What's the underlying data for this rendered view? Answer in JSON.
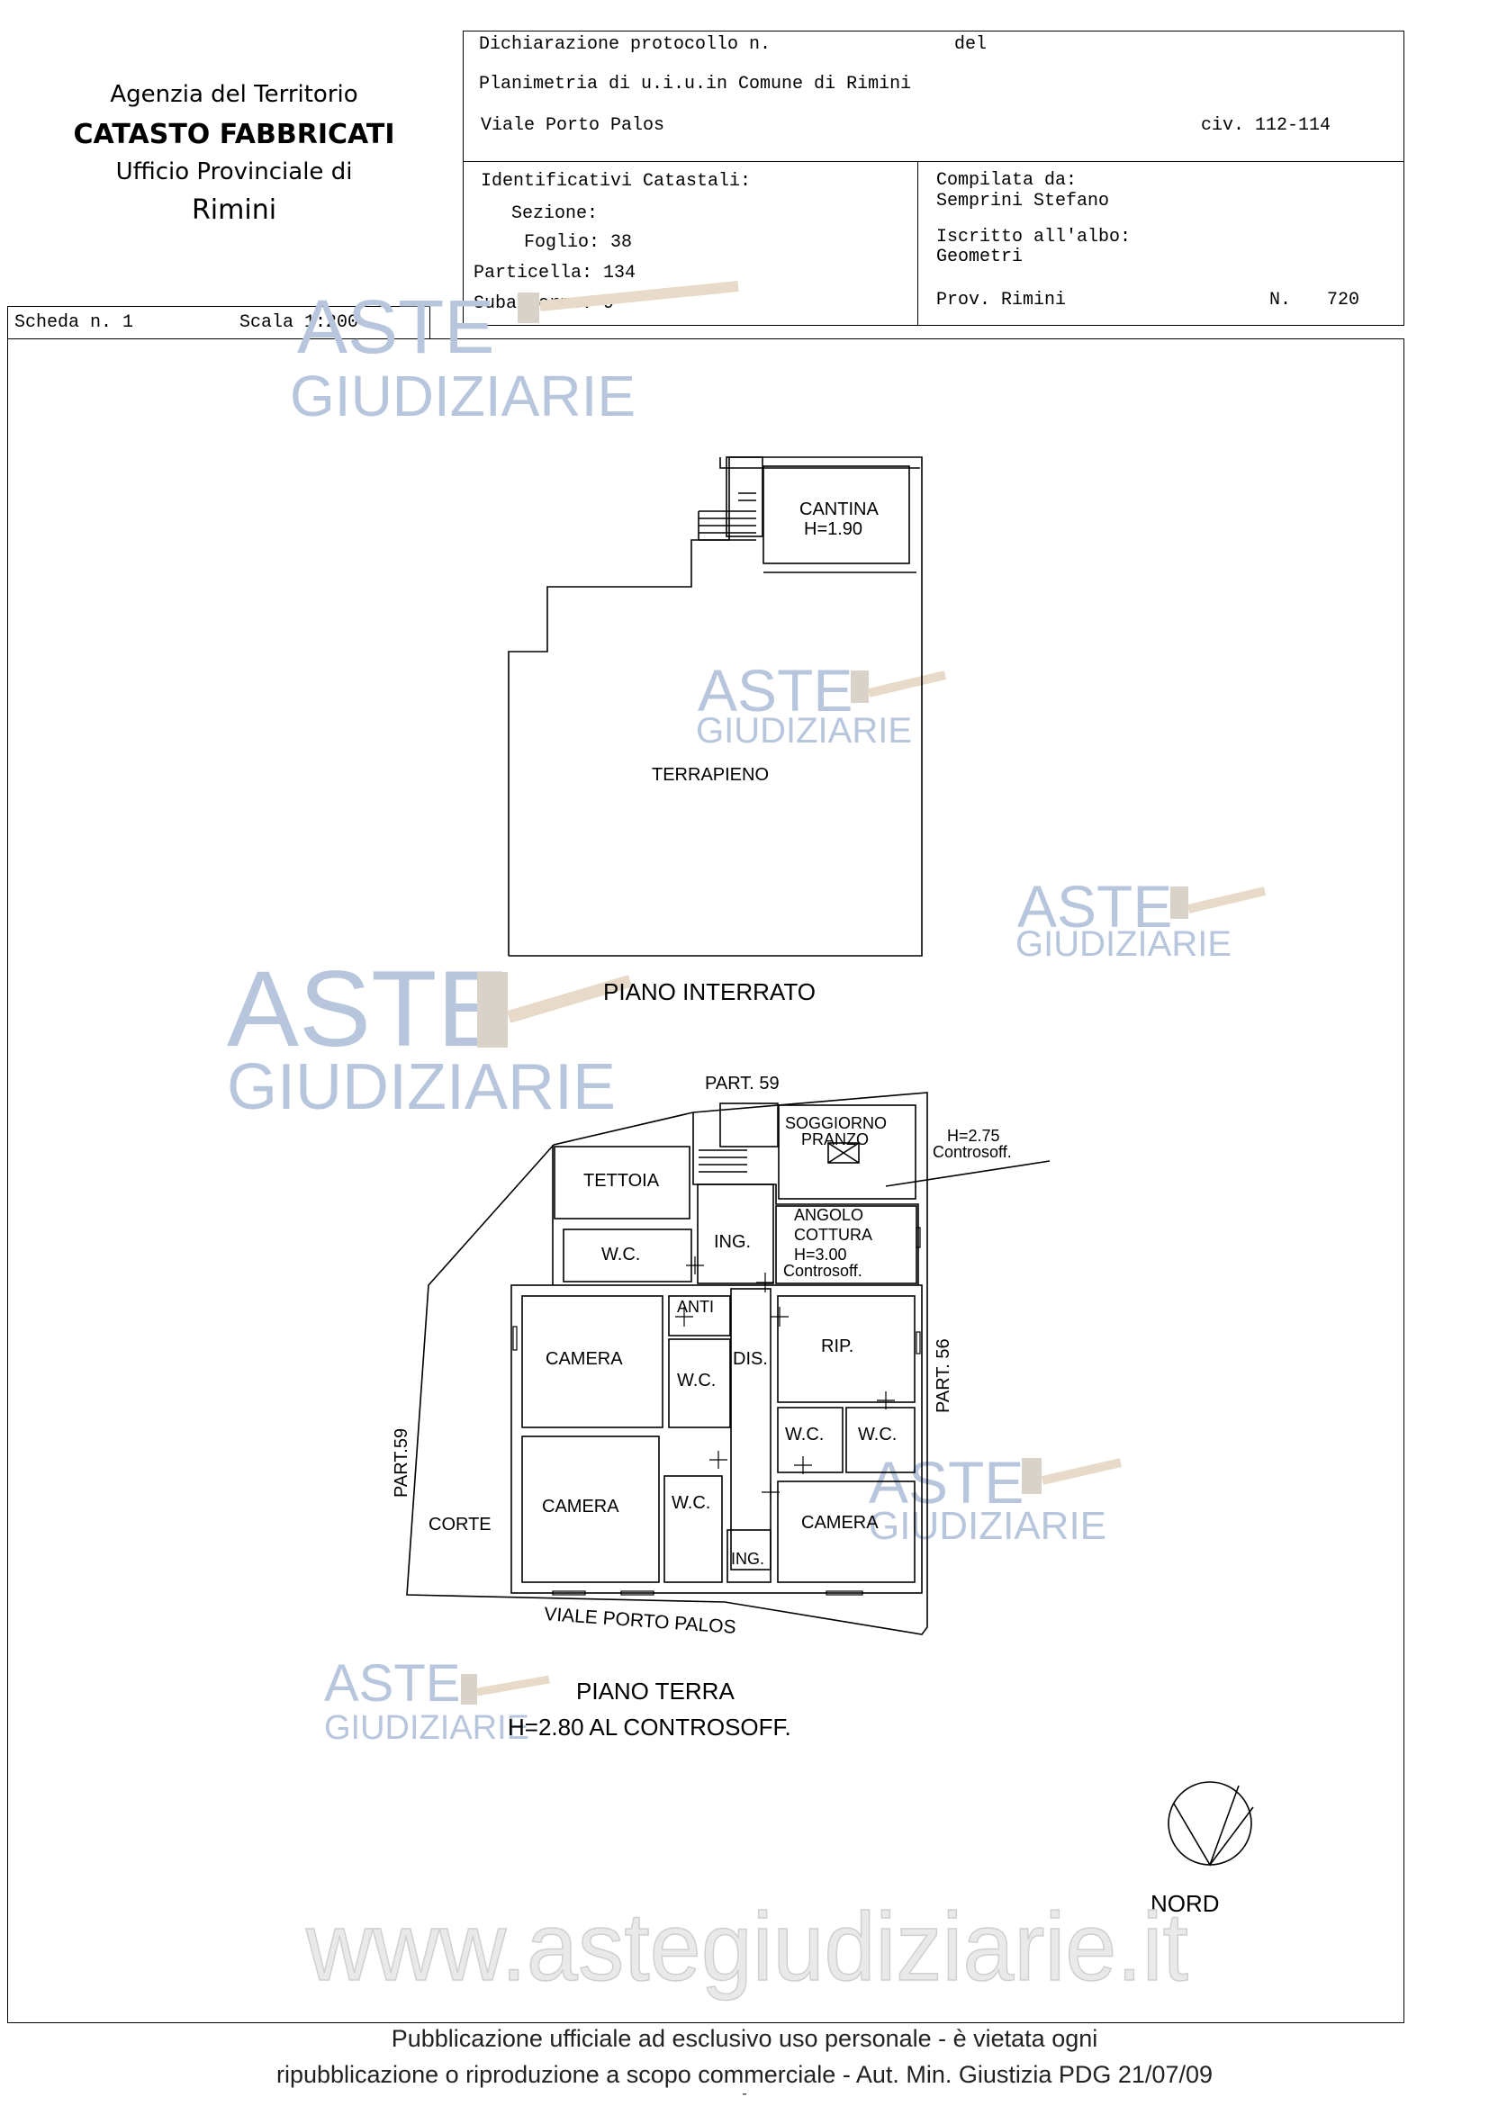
{
  "agency": {
    "line1": "Agenzia del Territorio",
    "line2": "CATASTO FABBRICATI",
    "line3": "Ufficio Provinciale di",
    "line4": "Rimini"
  },
  "header": {
    "protocollo_label": "Dichiarazione protocollo n.",
    "del_label": "del",
    "planimetria": "Planimetria di u.i.u.in Comune di Rimini",
    "address": "Viale Porto Palos",
    "civ": "civ. 112-114",
    "identificativi_label": "Identificativi Catastali:",
    "sezione": "Sezione:",
    "foglio": "Foglio: 38",
    "particella": "Particella: 134",
    "subalterno": "Subalterno: 9",
    "compilata_label": "Compilata da:",
    "compilata_name": "Semprini Stefano",
    "iscritto_label": "Iscritto all'albo:",
    "iscritto_value": "Geometri",
    "prov": "Prov. Rimini",
    "n_label": "N.",
    "n_value": "720"
  },
  "scheda": {
    "label": "Scheda n. 1",
    "scala": "Scala 1:200"
  },
  "plan": {
    "basement": {
      "cantina": "CANTINA",
      "cantina_h": "H=1.90",
      "terrapieno": "TERRAPIENO",
      "title": "PIANO INTERRATO"
    },
    "ground": {
      "part59_top": "PART. 59",
      "part59_left": "PART.59",
      "part56": "PART. 56",
      "soggiorno": "SOGGIORNO",
      "pranzo": "PRANZO",
      "h275": "H=2.75",
      "controsoff1": "Controsoff.",
      "tettoia": "TETTOIA",
      "ing1": "ING.",
      "angolo": "ANGOLO",
      "cottura": "COTTURA",
      "h300": "H=3.00",
      "controsoff2": "Controsoff.",
      "wc1": "W.C.",
      "anti": "ANTI",
      "camera1": "CAMERA",
      "wc2": "W.C.",
      "dis": "DIS.",
      "rip": "RIP.",
      "wc3": "W.C.",
      "wc4": "W.C.",
      "camera2": "CAMERA",
      "wc5": "W.C.",
      "camera3": "CAMERA",
      "ing2": "ING.",
      "corte": "CORTE",
      "street": "VIALE PORTO PALOS",
      "title": "PIANO TERRA",
      "subtitle": "H=2.80 AL CONTROSOFF."
    },
    "north": "NORD"
  },
  "watermark": {
    "line1": "ASTE",
    "line2": "GIUDIZIARIE",
    "url": "www.astegiudiziarie.it"
  },
  "footer": {
    "line1": "Pubblicazione ufficiale ad esclusivo uso personale - è vietata ogni",
    "line2": "ripubblicazione o riproduzione a scopo commerciale - Aut. Min. Giustizia PDG 21/07/09",
    "dash": "-"
  }
}
